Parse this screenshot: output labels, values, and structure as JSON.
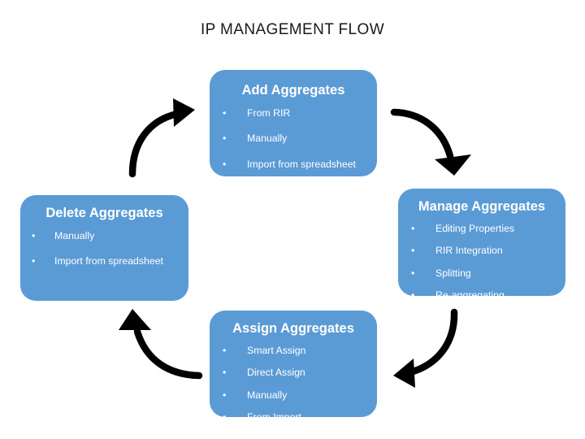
{
  "slide": {
    "title": "IP MANAGEMENT FLOW",
    "background_color": "#FFFFFF",
    "node_fill_color": "#5B9BD5",
    "node_text_color": "#FFFFFF",
    "arrow_color": "#000000",
    "title_color": "#1A1A1A"
  },
  "nodes": [
    {
      "id": "add-aggregates",
      "title": "Add Aggregates",
      "items": [
        {
          "bullet": "•",
          "label": "From RIR"
        },
        {
          "bullet": "•",
          "label": "Manually"
        },
        {
          "bullet": "•",
          "label": "Import from spreadsheet"
        }
      ]
    },
    {
      "id": "manage-aggregates",
      "title": "Manage Aggregates",
      "items": [
        {
          "bullet": "•",
          "label": "Editing Properties"
        },
        {
          "bullet": "•",
          "label": "RIR Integration"
        },
        {
          "bullet": "•",
          "label": "Splitting"
        },
        {
          "bullet": "•",
          "label": "Re-aggregating"
        }
      ]
    },
    {
      "id": "assign-aggregates",
      "title": "Assign Aggregates",
      "items": [
        {
          "bullet": "•",
          "label": "Smart Assign"
        },
        {
          "bullet": "•",
          "label": "Direct Assign"
        },
        {
          "bullet": "•",
          "label": "Manually"
        },
        {
          "bullet": "•",
          "label": "From Import"
        }
      ]
    },
    {
      "id": "delete-aggregates",
      "title": "Delete Aggregates",
      "items": [
        {
          "bullet": "•",
          "label": "Manually"
        },
        {
          "bullet": "•",
          "label": "Import from spreadsheet"
        }
      ]
    }
  ],
  "arrows": [
    {
      "id": "add-to-manage",
      "from": "add-aggregates",
      "to": "manage-aggregates",
      "direction": "clockwise-top-right"
    },
    {
      "id": "manage-to-assign",
      "from": "manage-aggregates",
      "to": "assign-aggregates",
      "direction": "clockwise-bottom-right"
    },
    {
      "id": "assign-to-delete",
      "from": "assign-aggregates",
      "to": "delete-aggregates",
      "direction": "clockwise-bottom-left"
    },
    {
      "id": "delete-to-add",
      "from": "delete-aggregates",
      "to": "add-aggregates",
      "direction": "clockwise-top-left"
    }
  ]
}
